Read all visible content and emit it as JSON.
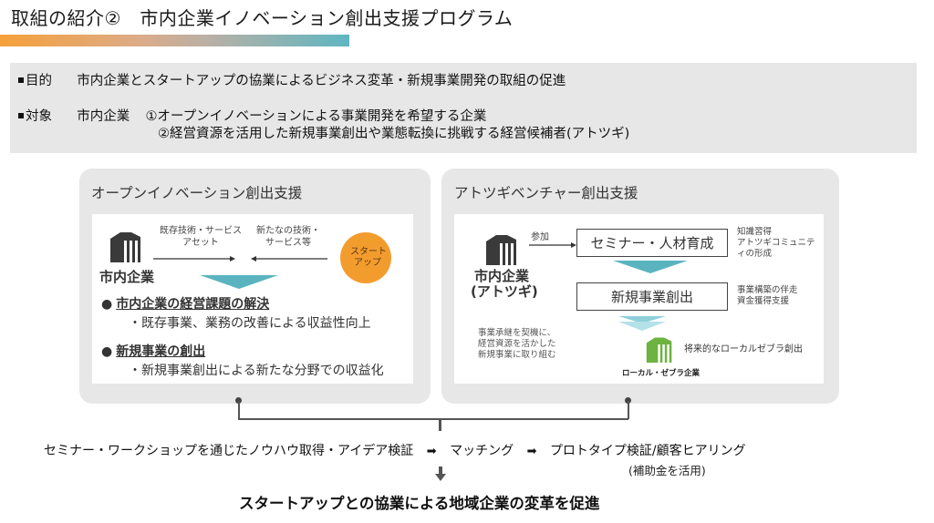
{
  "header": {
    "title": "取組の紹介②　市内企業イノベーション創出支援プログラム",
    "accent_gradient": [
      "#f6a03a",
      "#5fb6c2"
    ]
  },
  "info": {
    "purpose_label": "目的",
    "purpose_text": "市内企業とスタートアップの協業によるビジネス変革・新規事業開発の取組の促進",
    "target_label": "対象",
    "target_subject": "市内企業",
    "target_items": [
      "①オープンイノベーションによる事業開発を希望する企業",
      "②経営資源を活用した新規事業創出や業態転換に挑戦する経営候補者(アトツギ)"
    ]
  },
  "open_innovation": {
    "title": "オープンイノベーション創出支援",
    "company_label": "市内企業",
    "arrow_left_text": [
      "既存技術・サービス",
      "アセット"
    ],
    "arrow_right_text": [
      "新たなの技術・",
      "サービス等"
    ],
    "startup_label": [
      "スタート",
      "アップ"
    ],
    "startup_color": "#f39c2e",
    "points": [
      {
        "heading": "市内企業の経営課題の解決",
        "detail": "・既存事業、業務の改善による収益性向上"
      },
      {
        "heading": "新規事業の創出",
        "detail": "・新規事業創出による新たな分野での収益化"
      }
    ]
  },
  "atotsugi": {
    "title": "アトツギベンチャー創出支援",
    "company_label": [
      "市内企業",
      "(アトツギ)"
    ],
    "join_label": "参加",
    "steps": [
      {
        "label": "セミナー・人材育成",
        "note": [
          "知識習得",
          "アトツギコミュニテ",
          "ィの形成"
        ]
      },
      {
        "label": "新規事業創出",
        "note": [
          "事業構築の伴走",
          "資金獲得支援"
        ]
      }
    ],
    "left_note": [
      "事業承継を契機に、",
      "経営資源を活かした",
      "新規事業に取り組む"
    ],
    "outcome_text": "将来的なローカルゼブラ創出",
    "outcome_company": "ローカル・ゼブラ企業",
    "outcome_color": "#6db33f"
  },
  "flow": {
    "steps": [
      "セミナー・ワークショップを通じたノウハウ取得・アイデア検証",
      "マッチング",
      "プロトタイプ検証/顧客ヒアリング"
    ],
    "step3_note": "(補助金を活用)",
    "conclusion": "スタートアップとの協業による地域企業の変革を促進"
  },
  "colors": {
    "teal_arrow": "#5ab4c0",
    "card_bg": "#e7e7e7"
  }
}
